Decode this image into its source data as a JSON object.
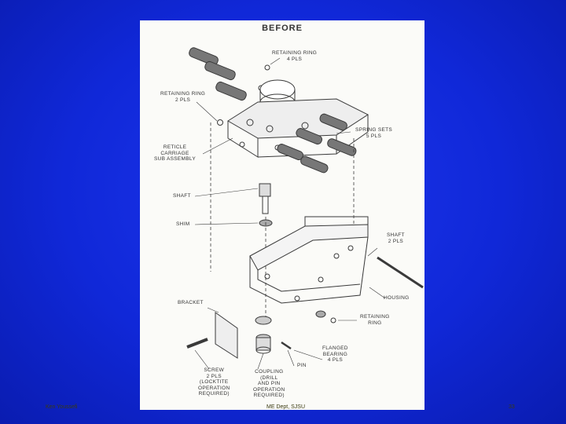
{
  "diagram": {
    "title": "BEFORE",
    "labels": {
      "retaining_ring_4": [
        "RETAINING RING",
        "4 PLS"
      ],
      "retaining_ring_2": [
        "RETAINING RING",
        "2 PLS"
      ],
      "reticle": [
        "RETICLE",
        "CARRIAGE",
        "SUB ASSEMBLY"
      ],
      "spring_sets": [
        "SPRING SETS",
        "5 PLS"
      ],
      "shaft": "SHAFT",
      "shim": "SHIM",
      "shaft_2": [
        "SHAFT",
        "2 PLS"
      ],
      "housing": "HOUSING",
      "bracket": "BRACKET",
      "retaining_ring": [
        "RETAINING",
        "RING"
      ],
      "flanged_bearing": [
        "FLANGED",
        "BEARING",
        "4 PLS"
      ],
      "pin": "PIN",
      "screw": [
        "SCREW",
        "2 PLS",
        "(LOCKTITE",
        "OPERATION",
        "REQUIRED)"
      ],
      "coupling": [
        "COUPLING",
        "(DRILL",
        "AND PIN",
        "OPERATION",
        "REQUIRED)"
      ]
    }
  },
  "footer": {
    "left": "Ken Youssefi",
    "center": "ME Dept, SJSU",
    "right": "33"
  }
}
